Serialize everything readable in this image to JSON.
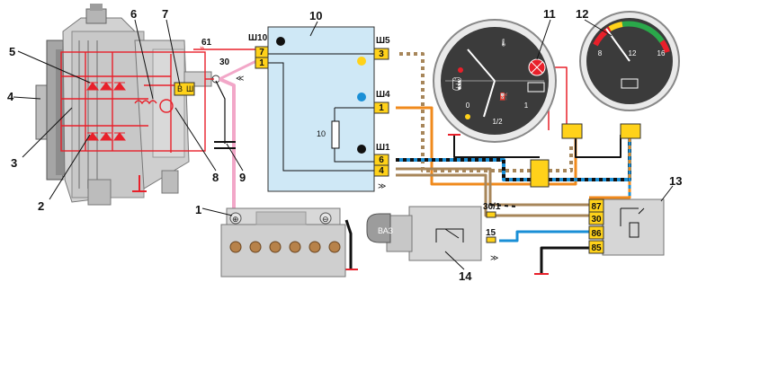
{
  "callouts": {
    "n1": "1",
    "n2": "2",
    "n3": "3",
    "n4": "4",
    "n5": "5",
    "n6": "6",
    "n7": "7",
    "n8": "8",
    "n9": "9",
    "n10": "10",
    "n11": "11",
    "n12": "12",
    "n13": "13",
    "n14": "14"
  },
  "alternator": {
    "terminal_61": "61",
    "terminal_30": "30",
    "regulator_b": "В",
    "regulator_sh": "Ш"
  },
  "mount_block": {
    "sh10": "Ш10",
    "sh5": "Ш5",
    "sh4": "Ш4",
    "sh1": "Ш1",
    "pin7": "7",
    "pin1": "1",
    "pin3": "3",
    "pin1b": "1",
    "pin6": "6",
    "pin4": "4",
    "resistor_label": "10"
  },
  "gauges": {
    "temp_scale_min": "0",
    "temp_scale_half": "1/2",
    "temp_scale_max": "1",
    "volt_8": "8",
    "volt_12": "12",
    "volt_16": "16"
  },
  "ignition": {
    "t30_1": "30/1",
    "t15": "15",
    "key_text": "ВАЗ"
  },
  "relay": {
    "p87": "87",
    "p30": "30",
    "p86": "86",
    "p85": "85"
  },
  "colors": {
    "pink": "#f2a7c8",
    "red": "#e8202a",
    "orange": "#f08a1c",
    "blue": "#1a8fd6",
    "brown": "#a7865a",
    "yellow": "#ffd21a",
    "black": "#111111",
    "block": "#cfe8f6"
  }
}
